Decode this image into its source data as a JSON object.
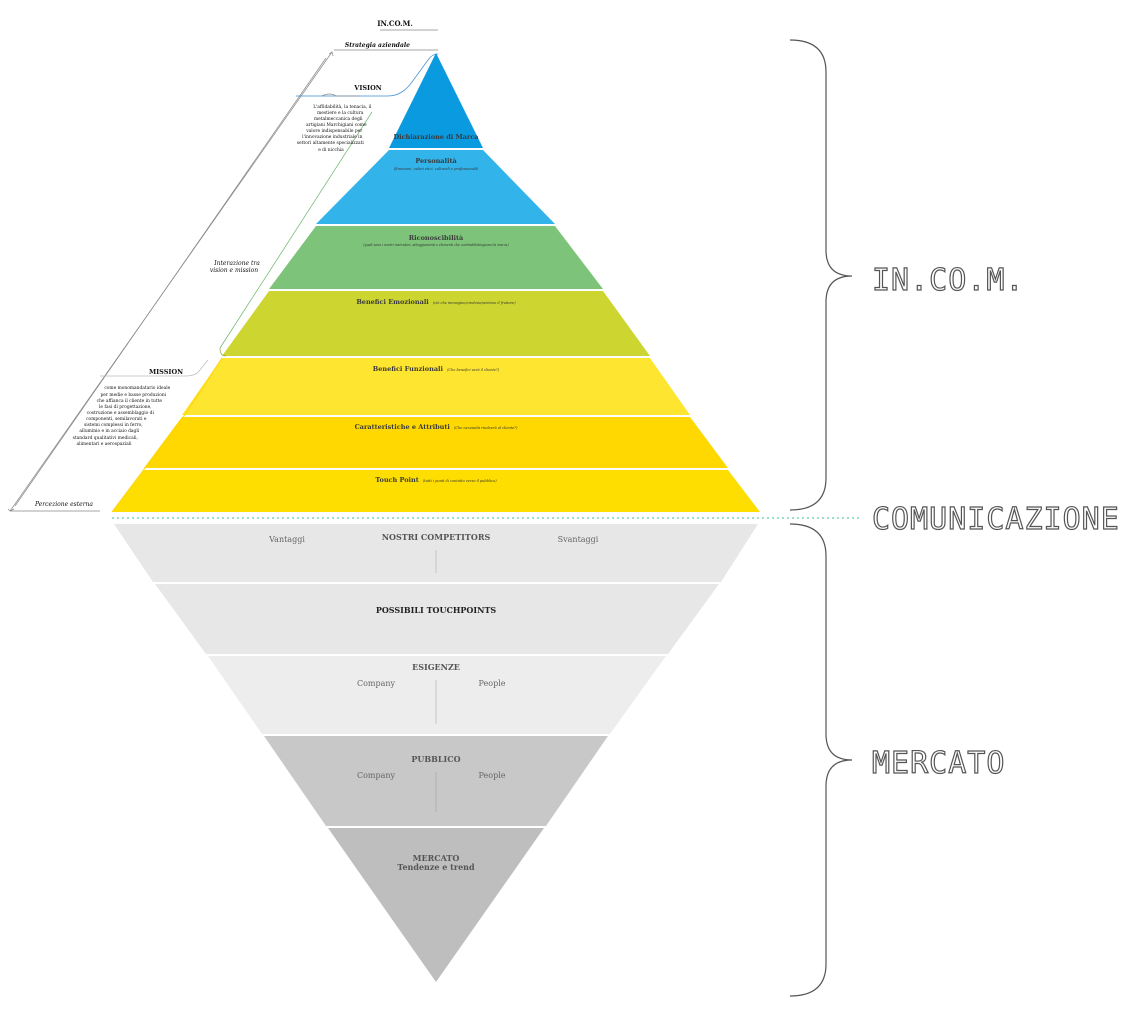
{
  "header": {
    "incom_label": "IN.CO.M.",
    "strategia": "Strategia aziendale",
    "vision": "VISION",
    "vision_text": [
      "L'affidabilità, la tenacia, il",
      "mestiere e la cultura",
      "metalmeccanica degli",
      "artigiani Marchigiani come",
      "valore indispensabile per",
      "l'innovazione industriale in",
      "settori altamente specializzati",
      "e di nicchia"
    ],
    "interazione": [
      "Interazione tra",
      "vision e mission"
    ],
    "mission": "MISSION",
    "mission_text": [
      "come monomandatario ideale",
      "per medie e basse produzioni",
      "che affianca il cliente in tutte",
      "le fasi di progettazione,",
      "costruzione e assemblaggio di",
      "componenti, semilavorati e",
      "sistemi complessi in ferro,",
      "alluminio e in acciaio dagli",
      "standard qualitativi medicali,",
      "alimentari e aerospaziali"
    ],
    "percezione": "Percezione esterna"
  },
  "pyramid": {
    "layers": [
      {
        "title": "Dichiarazione di Marca",
        "sub": "",
        "color": "#0a9ae0"
      },
      {
        "title": "Personalità",
        "sub": "(Emozioni, valori etici, culturali e professionali)",
        "color": "#32b3ea"
      },
      {
        "title": "Riconoscibilità",
        "sub": "(quali sono i nostri marcatori, atteggiamenti e elementi che contraddistinguono la marca)",
        "color": "#7dc47a"
      },
      {
        "title": "Benefici Emozionali",
        "sub": "(ciò che immagino/credono/sentono il fruitore)",
        "color": "#cdd530"
      },
      {
        "title": "Benefici Funzionali",
        "sub": "(Che benefici avrà il cliente?)",
        "color": "#fee530"
      },
      {
        "title": "Caratteristiche e Attributi",
        "sub": "(Che necessità risolverà al cliente?)",
        "color": "#fed800"
      },
      {
        "title": "Touch Point",
        "sub": "(tutti i punti di contatto verso il pubblico)",
        "color": "#fede00"
      }
    ]
  },
  "funnel": {
    "competitors": {
      "title": "NOSTRI COMPETITORS",
      "left": "Vantaggi",
      "right": "Svantaggi",
      "color": "#e7e7e7"
    },
    "touchpoints": {
      "title": "POSSIBILI TOUCHPOINTS",
      "color": "#e7e7e7"
    },
    "esigenze": {
      "title": "ESIGENZE",
      "left": "Company",
      "right": "People",
      "color": "#ededed"
    },
    "pubblico": {
      "title": "PUBBLICO",
      "left": "Company",
      "right": "People",
      "color": "#c8c8c8"
    },
    "mercato": {
      "title": "MERCATO",
      "sub": "Tendenze e trend",
      "color": "#bebebe"
    }
  },
  "side_labels": {
    "incom": "IN.CO.M.",
    "comunicazione": "COMUNICAZIONE",
    "mercato": "MERCATO"
  },
  "colors": {
    "divider": "#9be0c6",
    "bracket": "#555555",
    "outline": "#ffd100"
  }
}
